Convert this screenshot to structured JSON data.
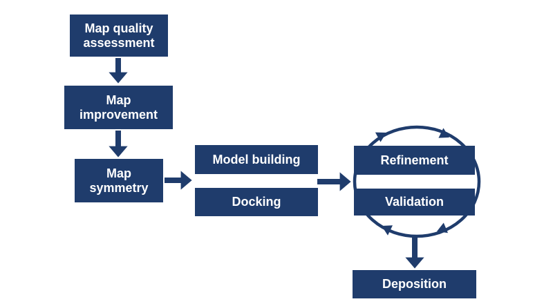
{
  "diagram": {
    "colors": {
      "node_fill": "#1f3c6c",
      "node_text": "#ffffff",
      "arrow": "#1f3c6c",
      "background": "#ffffff"
    },
    "nodes": {
      "map_quality_assessment": {
        "label": "Map quality\nassessment"
      },
      "map_improvement": {
        "label": "Map\nimprovement"
      },
      "map_symmetry": {
        "label": "Map\nsymmetry"
      },
      "model_building": {
        "label": "Model building"
      },
      "docking": {
        "label": "Docking"
      },
      "refinement": {
        "label": "Refinement"
      },
      "validation": {
        "label": "Validation"
      },
      "deposition": {
        "label": "Deposition"
      }
    },
    "edges": [
      {
        "from": "map_quality_assessment",
        "to": "map_improvement",
        "style": "block-arrow-down"
      },
      {
        "from": "map_improvement",
        "to": "map_symmetry",
        "style": "block-arrow-down"
      },
      {
        "from": "map_symmetry",
        "to": "model_building_and_docking",
        "style": "block-arrow-right"
      },
      {
        "from": "model_building_and_docking",
        "to": "refinement_and_validation",
        "style": "block-arrow-right"
      },
      {
        "from": "refinement",
        "to": "validation",
        "style": "clockwise-cycle-circle"
      },
      {
        "from": "validation",
        "to": "deposition",
        "style": "block-arrow-down"
      }
    ]
  }
}
